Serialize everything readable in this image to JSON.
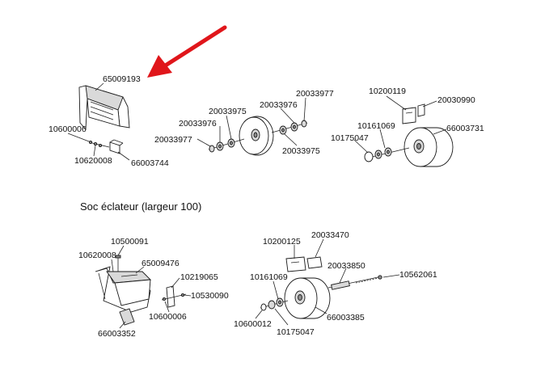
{
  "arrow": {
    "color": "#e0161b"
  },
  "section_caption": "Soc éclateur (largeur 100)",
  "top_left": {
    "labels": [
      "65009193",
      "10600006",
      "10620008",
      "66003744"
    ]
  },
  "top_middle": {
    "labels": [
      "20033977",
      "20033976",
      "20033975",
      "20033976",
      "20033977",
      "20033975"
    ]
  },
  "top_right": {
    "labels": [
      "10200119",
      "20030990",
      "10161069",
      "10175047",
      "66003731"
    ]
  },
  "bottom_left": {
    "labels": [
      "10500091",
      "10620008",
      "65009476",
      "10219065",
      "10530090",
      "10600006",
      "66003352"
    ]
  },
  "bottom_right": {
    "labels": [
      "10200125",
      "20033470",
      "10161069",
      "20033850",
      "10562061",
      "10600012",
      "10175047",
      "66003385"
    ]
  }
}
